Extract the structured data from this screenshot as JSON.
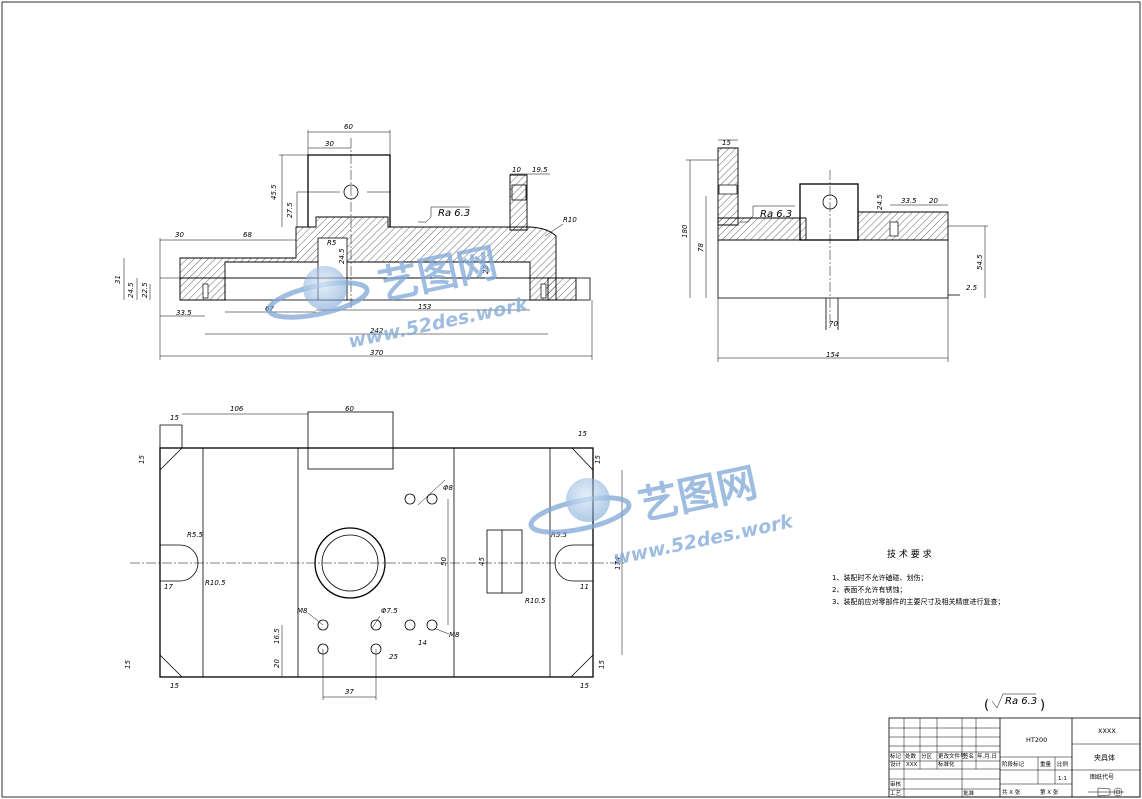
{
  "front_view": {
    "dims": {
      "d60": "60",
      "d30": "30",
      "d45_5": "45.5",
      "d27_5": "27.5",
      "roughness": "Ra 6.3",
      "d10": "10",
      "d19_5": "19.5",
      "r10": "R10",
      "r5": "R5",
      "d24_5": "24.5",
      "d22": "22",
      "d30b": "30",
      "d68": "68",
      "d31": "31",
      "d24_5b": "24.5",
      "d22_5": "22.5",
      "d33_5": "33.5",
      "d67": "67",
      "d153": "153",
      "d242": "242",
      "d370": "370"
    }
  },
  "side_view": {
    "dims": {
      "d15": "15",
      "d180": "180",
      "d78": "78",
      "roughness": "Ra 6.3",
      "d24_5": "24.5",
      "d33_5": "33.5",
      "d20": "20",
      "d54_5": "54.5",
      "d2_5": "2.5",
      "d70": "70",
      "d154": "154"
    }
  },
  "top_view": {
    "dims": {
      "d15a": "15",
      "d106": "106",
      "d60": "60",
      "d15b": "15",
      "d15c": "15",
      "d15d": "15",
      "r5_5a": "R5.5",
      "r10_5a": "R10.5",
      "d17": "17",
      "d8": "Φ8",
      "d50": "50",
      "d45": "45",
      "r5_5b": "R5.5",
      "d174": "174",
      "r10_5b": "R10.5",
      "d11": "11",
      "m8a": "M8",
      "d7_5": "Φ7.5",
      "m8b": "M8",
      "d16_5": "16.5",
      "d14": "14",
      "d20": "20",
      "d25": "25",
      "d15e": "15",
      "d15f": "15",
      "d15g": "15",
      "d15h": "15",
      "d37": "37"
    }
  },
  "tech_req": {
    "title": "技 术 要 求",
    "items": [
      "1、装配时不允许磕碰、划伤；",
      "2、表面不允许有锈蚀；",
      "3、装配前应对零部件的主要尺寸及相关精度进行复查；"
    ]
  },
  "roughness_note": "Ra 6.3",
  "title_block": {
    "material": "HT200",
    "company": "XXXX",
    "part_name": "夹具体",
    "drawing_no": "图纸代号",
    "scale": "1:1",
    "labels": {
      "mark": "标记",
      "count": "处数",
      "zone": "分区",
      "doc_no": "更改文件号",
      "sign": "签名",
      "date": "年.月.日",
      "design": "设计",
      "designer": "XXX",
      "std": "标准化",
      "stage_mark": "阶段标记",
      "weight": "重量",
      "ratio": "比例",
      "review": "审核",
      "process": "工艺",
      "approve": "批准",
      "sheets": "共 X 张",
      "sheet_no": "第 X 张"
    }
  },
  "watermark": {
    "brand": "艺图网",
    "url": "www.52des.work"
  },
  "colors": {
    "line": "#000000",
    "watermark": "#7fa8d6"
  }
}
